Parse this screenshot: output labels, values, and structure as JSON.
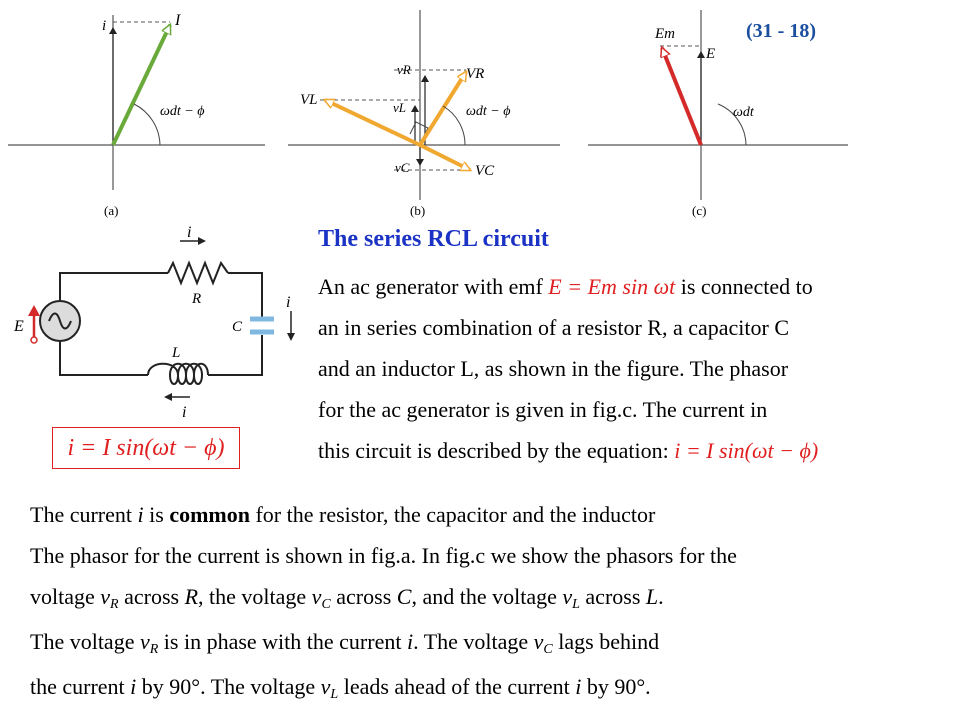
{
  "slide_number": "(31 - 18)",
  "figures": {
    "a": {
      "caption": "(a)",
      "axis_label": "i",
      "phasor_label": "I",
      "angle_label": "ωdt − ϕ"
    },
    "b": {
      "caption": "(b)",
      "labels": {
        "VR_big": "VR",
        "vR_small": "vR",
        "VL_big": "VL",
        "vL_small": "vL",
        "VC_big": "VC",
        "vC_small": "vC"
      },
      "angle_label": "ωdt − ϕ"
    },
    "c": {
      "caption": "(c)",
      "phasor_label": "Em",
      "axis_label": "E",
      "angle_label": "ωdt"
    }
  },
  "circuit": {
    "current_label_top": "i",
    "current_label_bottom": "i",
    "current_label_right": "i",
    "resistor_label": "R",
    "capacitor_label": "C",
    "inductor_label": "L",
    "emf_label": "E"
  },
  "boxed_equation": "i = I sin(ωt − ϕ)",
  "heading": "The series RCL circuit",
  "paragraph": {
    "line1_a": "An ac generator with emf",
    "line1_eq": "E = Em sin ωt",
    "line1_b": "is connected to",
    "line2": "an in series combination of a resistor R, a capacitor C",
    "line3": "and an inductor L, as shown in the figure.  The phasor",
    "line4": "for the ac generator is given in fig.c.   The current in",
    "line5_a": "this circuit is described by the equation:",
    "line5_eq": "i = I sin(ωt − ϕ)"
  },
  "bottom": {
    "l1_a": "The current",
    "l1_i": "i",
    "l1_b": "is",
    "l1_common": "common",
    "l1_c": "for the resistor, the capacitor and the inductor",
    "l2": "The phasor for the current is shown in fig.a.  In fig.c we show the phasors for the",
    "l3_a": "voltage",
    "l3_v1": "v",
    "l3_s1": "R",
    "l3_b": "across",
    "l3_R": "R",
    "l3_c": ", the voltage",
    "l3_v2": "v",
    "l3_s2": "C",
    "l3_d": "across",
    "l3_C": "C",
    "l3_e": ", and the voltage",
    "l3_v3": "v",
    "l3_s3": "L",
    "l3_f": "across",
    "l3_L": "L",
    "l3_g": ".",
    "l4_a": "The voltage",
    "l4_v1": "v",
    "l4_s1": "R",
    "l4_b": "is in phase with the current",
    "l4_i": "i",
    "l4_c": ".  The voltage",
    "l4_v2": "v",
    "l4_s2": "C",
    "l4_d": "lags behind",
    "l5_a": "the current",
    "l5_i1": "i",
    "l5_b": "by 90°.   The voltage",
    "l5_v": "v",
    "l5_s": "L",
    "l5_c": "leads ahead of the current",
    "l5_i2": "i",
    "l5_d": "by 90°."
  },
  "colors": {
    "green_phasor": "#6aaa3a",
    "orange_phasor": "#f0a830",
    "red_phasor": "#d42a2a",
    "heading_blue": "#1a33c4",
    "equation_red": "#e02020",
    "slide_number_blue": "#1a4fa0"
  }
}
